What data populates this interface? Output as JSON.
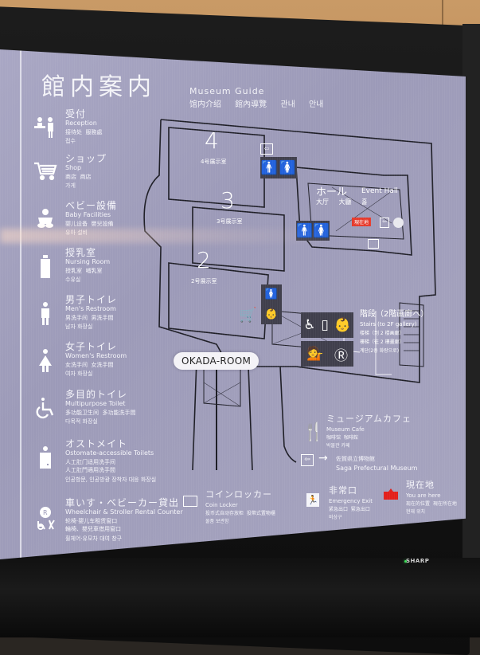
{
  "title": {
    "jp": "館内案内",
    "en": "Museum Guide",
    "sub": [
      "馆内介绍",
      "館內導覽",
      "관내 안내"
    ]
  },
  "legend": [
    {
      "icon": "reception-icon",
      "jp": "受付",
      "en": "Reception",
      "zh": "接待处  服務處",
      "ko": "접수"
    },
    {
      "icon": "shopping-cart-icon",
      "jp": "ショップ",
      "en": "Shop",
      "zh": "商店  商店",
      "ko": "가게"
    },
    {
      "icon": "baby-icon",
      "jp": "ベビー設備",
      "en": "Baby Facilities",
      "zh": "婴儿设备  嬰兒設備",
      "ko": "유아 설비"
    },
    {
      "icon": "baby-bottle-icon",
      "jp": "授乳室",
      "en": "Nursing Room",
      "zh": "授乳室  哺乳室",
      "ko": "수유실"
    },
    {
      "icon": "man-icon",
      "jp": "男子トイレ",
      "en": "Men's Restroom",
      "zh": "男洗手间  男洗手間",
      "ko": "남자 화장실"
    },
    {
      "icon": "woman-icon",
      "jp": "女子トイレ",
      "en": "Women's Restroom",
      "zh": "女洗手间  女洗手間",
      "ko": "여자 화장실"
    },
    {
      "icon": "wheelchair-icon",
      "jp": "多目的トイレ",
      "en": "Multipurpose Toilet",
      "zh": "多功能卫生间  多功能洗手間",
      "ko": "다목적 화장실"
    },
    {
      "icon": "ostomate-icon",
      "jp": "オストメイト",
      "en": "Ostomate-accessible Toilets",
      "zh": "人工肛门适用洗手间\n人工肛門適用洗手間",
      "ko": "인공항문, 인공방광 장착자 대응 화장실"
    },
    {
      "icon": "rental-icon",
      "jp": "車いす・ベビーカー貸出",
      "en": "Wheelchair & Stroller Rental Counter",
      "zh": "轮椅·婴儿车租赁窗口\n輪椅、嬰兒車借用窗口",
      "ko": "휠체어·유모차 대여 창구"
    }
  ],
  "map": {
    "rooms": [
      {
        "number": "4",
        "label": "4号展示室"
      },
      {
        "number": "3",
        "label": "3号展示室"
      },
      {
        "number": "2",
        "label": "2号展示室"
      }
    ],
    "hall": {
      "jp": "ホール",
      "en": "Event Hall",
      "zh": "大厅  大廳  홀"
    },
    "here_badge": "現在地",
    "okada_room": "OKADA-ROOM",
    "stairs": {
      "jp": "階段（2階画廊へ）",
      "en": "Stairs (to 2F gallery)",
      "zh1": "楼梯（到 2 楼画廊）",
      "zh2": "樓梯（往 2 樓畫廊）",
      "ko": "계단(2층 화랑으로)"
    }
  },
  "bottom": {
    "cafe": {
      "jp": "ミュージアムカフェ",
      "en": "Museum Cafe",
      "zh": "咖啡馆  咖啡館",
      "ko": "박물관 카페"
    },
    "exit_to": {
      "jp": "佐賀県立博物館",
      "en": "Saga Prefectural Museum"
    },
    "locker": {
      "jp": "コインロッカー",
      "en": "Coin Locker",
      "zh": "投币式自动存放柜  投幣式置物櫃",
      "ko": "물품 보관함"
    },
    "emergency": {
      "jp": "非常口",
      "en": "Emergency Exit",
      "zh": "紧急出口  緊急出口",
      "ko": "비상구"
    },
    "here": {
      "jp": "現在地",
      "en": "You are here",
      "zh": "现在的位置  現在所在地",
      "ko": "현재 위치"
    }
  },
  "device": {
    "brand": "SHARP"
  },
  "colors": {
    "screen": "#a5a3c0",
    "sign_box": "#403f4c",
    "here_red": "#e3201b"
  }
}
